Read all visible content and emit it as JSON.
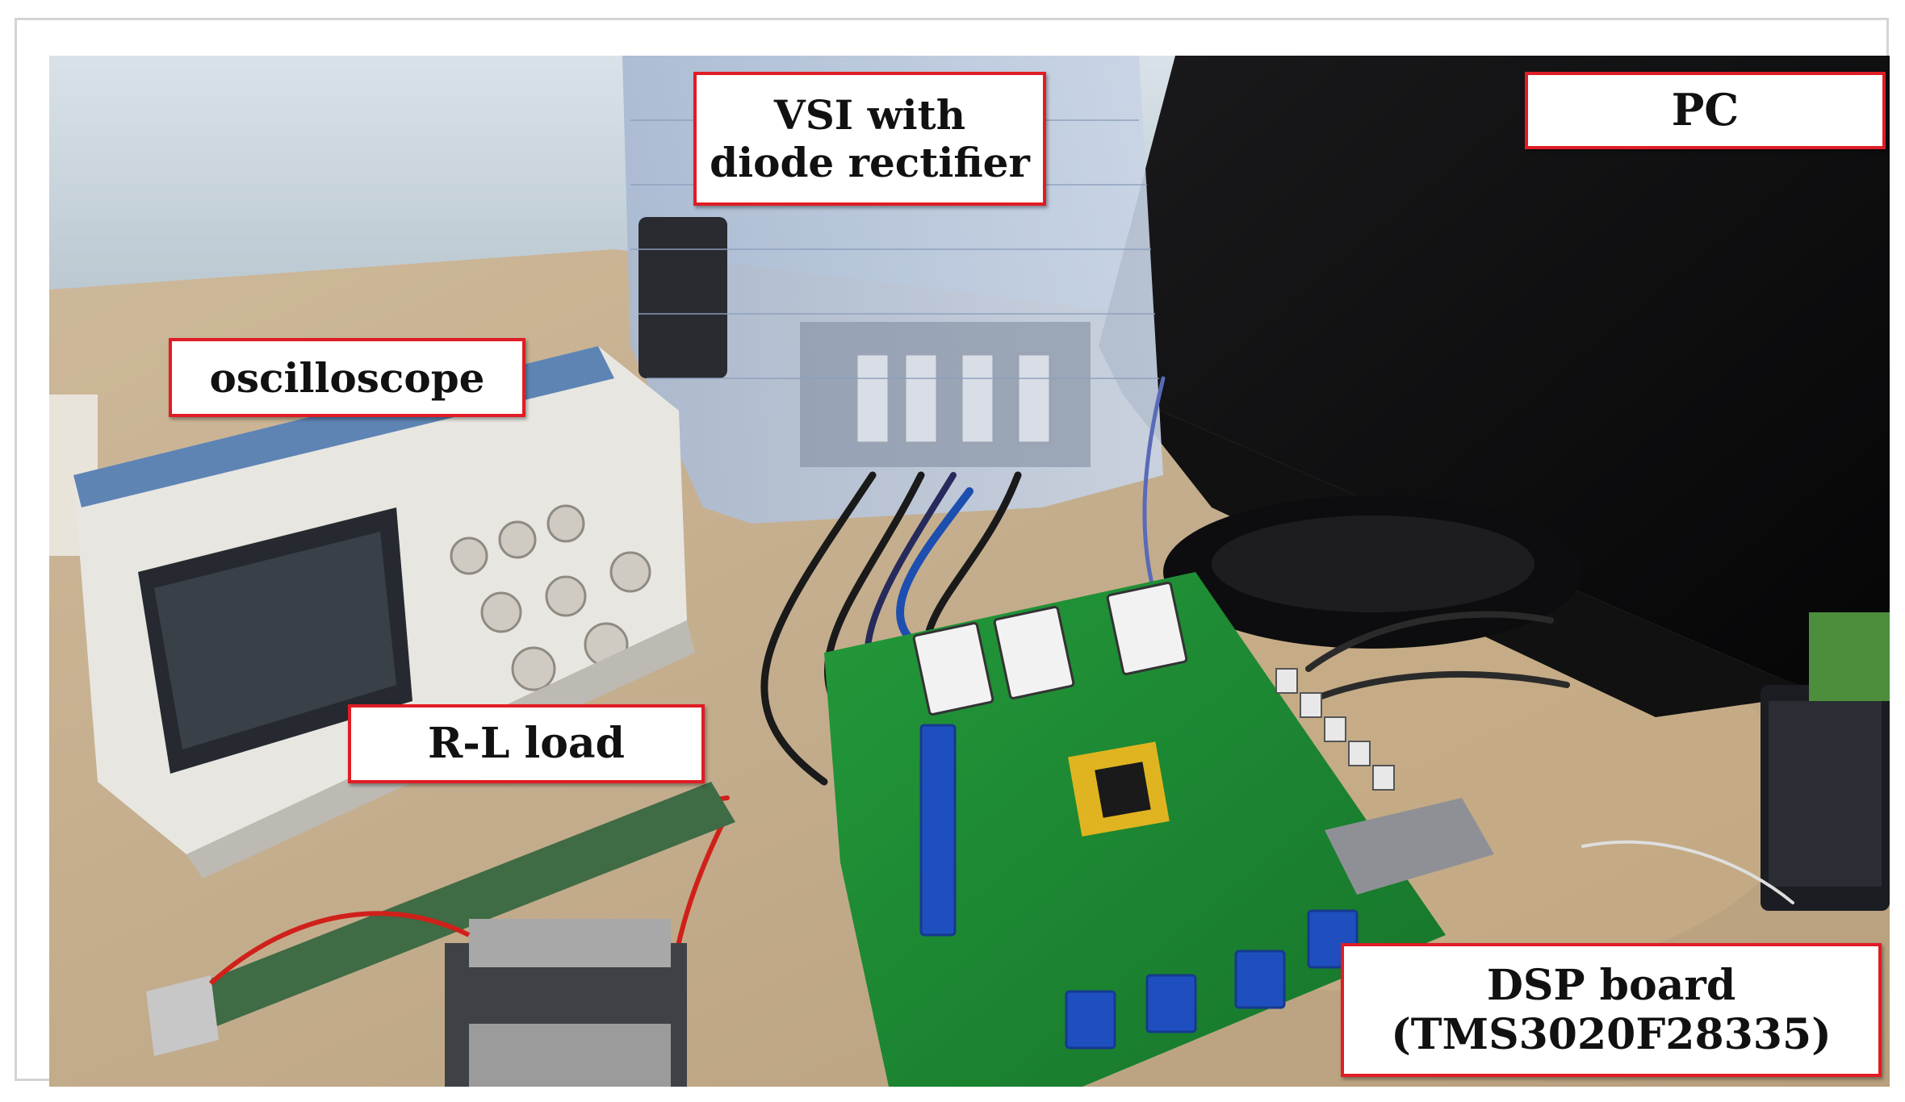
{
  "labels": {
    "vsi": {
      "line1": "VSI with",
      "line2": "diode rectifier"
    },
    "pc": "PC",
    "oscilloscope": "oscilloscope",
    "rl_load": "R-L load",
    "dsp": {
      "line1": "DSP board",
      "line2": "(TMS3020F28335)"
    }
  },
  "colors": {
    "label_border": "#e01c24",
    "label_bg": "#ffffff",
    "pcb_green": "#1f8a2c",
    "wall": "#c8d4dc",
    "desk": "#c9b697"
  }
}
